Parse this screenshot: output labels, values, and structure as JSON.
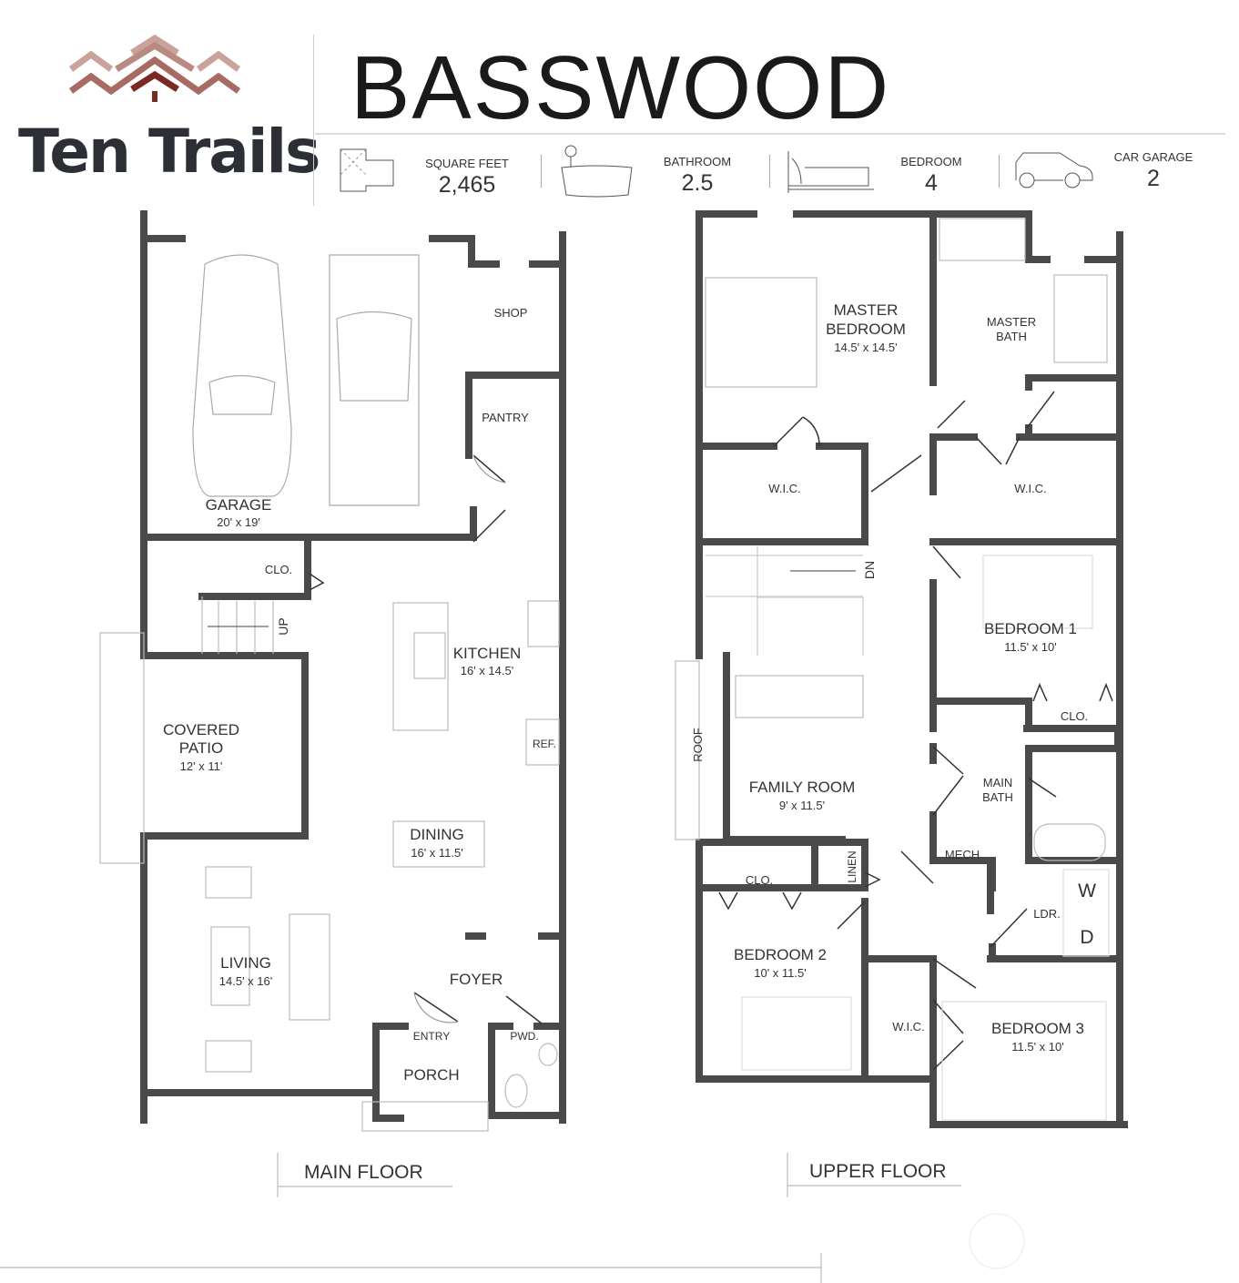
{
  "brand": {
    "name": "Ten Trails",
    "colors": [
      "#c9a39b",
      "#a86b63",
      "#7a2a22"
    ]
  },
  "title": "BASSWOOD",
  "stats": [
    {
      "icon": "floorplan-icon",
      "label": "SQUARE FEET",
      "value": "2,465"
    },
    {
      "icon": "bathtub-icon",
      "label": "BATHROOM",
      "value": "2.5"
    },
    {
      "icon": "bed-icon",
      "label": "BEDROOM",
      "value": "4"
    },
    {
      "icon": "car-icon",
      "label": "CAR GARAGE",
      "value": "2"
    }
  ],
  "main_floor": {
    "label": "MAIN FLOOR",
    "garage": {
      "name": "GARAGE",
      "size": "20' x 19'"
    },
    "shop": "SHOP",
    "pantry": "PANTRY",
    "clo": "CLO.",
    "up": "UP",
    "kitchen": {
      "name": "KITCHEN",
      "size": "16' x 14.5'"
    },
    "ref": "REF.",
    "patio": {
      "name1": "COVERED",
      "name2": "PATIO",
      "size": "12' x 11'"
    },
    "dining": {
      "name": "DINING",
      "size": "16' x 11.5'"
    },
    "living": {
      "name": "LIVING",
      "size": "14.5' x 16'"
    },
    "foyer": "FOYER",
    "entry": "ENTRY",
    "pwd": "PWD.",
    "porch": "PORCH"
  },
  "upper_floor": {
    "label": "UPPER FLOOR",
    "master_bedroom": {
      "name1": "MASTER",
      "name2": "BEDROOM",
      "size": "14.5' x 14.5'"
    },
    "master_bath": {
      "name1": "MASTER",
      "name2": "BATH"
    },
    "wic_left": "W.I.C.",
    "wic_right": "W.I.C.",
    "dn": "DN",
    "bedroom1": {
      "name": "BEDROOM 1",
      "size": "11.5' x 10'"
    },
    "clo1": "CLO.",
    "roof": "ROOF",
    "family_room": {
      "name": "FAMILY ROOM",
      "size": "9' x 11.5'"
    },
    "main_bath": {
      "name1": "MAIN",
      "name2": "BATH"
    },
    "mech": "MECH",
    "linen": "LINEN",
    "clo2": "CLO.",
    "ldr": "LDR.",
    "washer": "W",
    "dryer": "D",
    "bedroom2": {
      "name": "BEDROOM 2",
      "size": "10' x 11.5'"
    },
    "wic3": "W.I.C.",
    "bedroom3": {
      "name": "BEDROOM 3",
      "size": "11.5' x 10'"
    }
  }
}
